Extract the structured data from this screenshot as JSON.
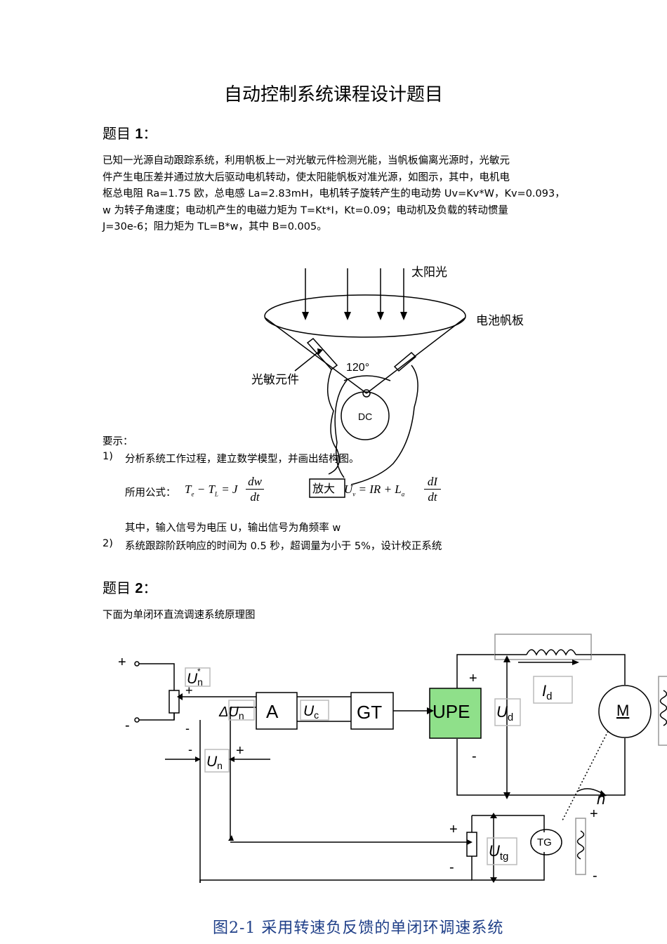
{
  "title": "自动控制系统课程设计题目",
  "q1": {
    "heading_prefix": "题目",
    "heading_num": "1",
    "heading_colon": "：",
    "lines": [
      "已知一光源自动跟踪系统，利用帆板上一对光敏元件检测光能，当帆板偏离光源时，光敏元",
      "件产生电压差并通过放大后驱动电机转动，使太阳能帆板对准光源，如图示，其中，电机电",
      "枢总电阻 Ra=1.75 欧，总电感 La=2.83mH，电机转子旋转产生的电动势 Uv=Kv*W，Kv=0.093，",
      "w  为转子角速度；电动机产生的电磁力矩为  T=Kt*I，Kt=0.09；电动机及负载的转动惯量",
      "J=30e-6；阻力矩为 TL=B*w，其中 B=0.005。"
    ],
    "figure": {
      "sunlight": "太阳光",
      "panel": "电池帆板",
      "sensor": "光敏元件",
      "angle": "120°",
      "motor": "DC",
      "amp": "放大"
    },
    "requirements_label": "要示：",
    "req1_num": "1)",
    "req1_text": "分析系统工作过程，建立数学模型，并画出结构图。",
    "formula_label": "所用公式：",
    "note": "其中，输入信号为电压 U，输出信号为角频率 w",
    "req2_num": "2)",
    "req2_text": "系统跟踪阶跃响应的时间为 0.5 秒，超调量为小于 5%，设计校正系统"
  },
  "q2": {
    "heading_prefix": "题目",
    "heading_num": "2",
    "heading_colon": "：",
    "intro": "下面为单闭环直流调速系统原理图",
    "figure": {
      "block_a": "A",
      "block_gt": "GT",
      "block_upe": "UPE",
      "motor": "M",
      "tacho": "TG",
      "un_star": "U",
      "un_star_sub": "n",
      "delta_un": "ΔU",
      "delta_un_sub": "n",
      "uc": "U",
      "uc_sub": "c",
      "ud": "U",
      "ud_sub": "d",
      "id": "I",
      "id_sub": "d",
      "un": "U",
      "un_sub": "n",
      "utg": "U",
      "utg_sub": "tg",
      "speed": "n",
      "plus": "+",
      "minus": "-"
    },
    "caption": "图2-1 采用转速负反馈的单闭环调速系统"
  },
  "colors": {
    "upe_fill": "#8fe08a",
    "caption": "#1f3f88"
  }
}
